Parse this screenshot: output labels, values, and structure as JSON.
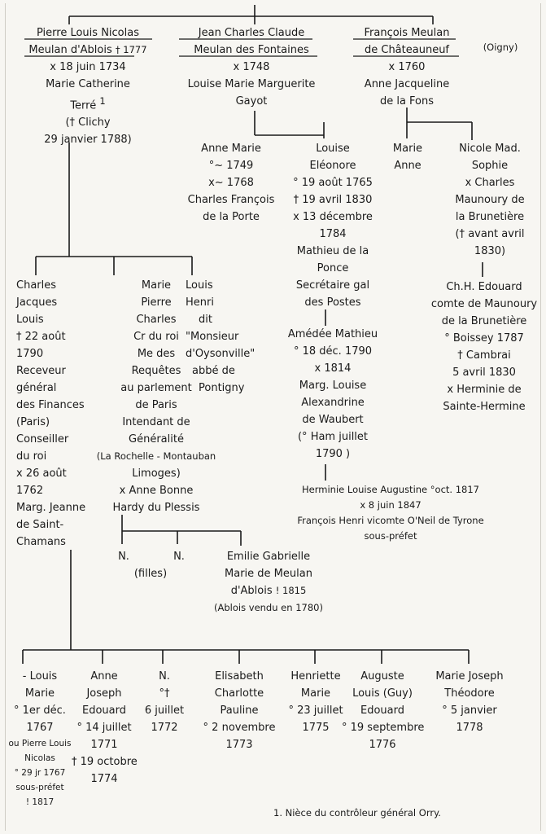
{
  "generation1": {
    "pierre": {
      "name1": "Pierre Louis Nicolas",
      "name2": "Meulan d'Ablois",
      "death": "† 1777",
      "marriage": "x 18 juin 1734",
      "spouse1": "Marie Catherine",
      "spouse2": "Terré",
      "note_mark": "1",
      "spouse3": "(† Clichy",
      "spouse4": "29 janvier 1788)"
    },
    "jean": {
      "name1": "Jean Charles Claude",
      "name2": "Meulan des Fontaines",
      "marriage": "x 1748",
      "spouse1": "Louise Marie Marguerite",
      "spouse2": "Gayot"
    },
    "francois": {
      "name1": "François Meulan",
      "name2": "de Châteauneuf",
      "place": "(Oigny)",
      "marriage": "x 1760",
      "spouse1": "Anne Jacqueline",
      "spouse2": "de la Fons"
    }
  },
  "jean_children": {
    "anne_marie": [
      "Anne Marie",
      "°~ 1749",
      "x~ 1768",
      "Charles François",
      "de la Porte"
    ],
    "louise": [
      "Louise",
      "Eléonore",
      "° 19 août 1765",
      "† 19 avril 1830",
      "x 13 décembre",
      "1784",
      "Mathieu de la",
      "Ponce",
      "Secrétaire gal",
      "des Postes"
    ],
    "amedee": [
      "Amédée Mathieu",
      "° 18 déc. 1790",
      "x 1814",
      "Marg. Louise",
      "Alexandrine",
      "de Waubert",
      "(° Ham juillet",
      "1790 )"
    ],
    "herminie": [
      "Herminie Louise Augustine °oct. 1817",
      "x 8 juin 1847",
      "François Henri vicomte O'Neil de Tyrone",
      "sous-préfet"
    ]
  },
  "francois_children": {
    "marie_anne": [
      "Marie",
      "Anne"
    ],
    "nicole": [
      "Nicole Mad.",
      "Sophie",
      "x Charles",
      "Maunoury de",
      "la Brunetière",
      "(† avant avril",
      "1830)"
    ],
    "edouard": [
      "Ch.H. Edouard",
      "comte de Maunoury",
      "de la Brunetière",
      "° Boissey 1787",
      "† Cambrai",
      "5 avril 1830",
      "x Herminie de",
      "Sainte-Hermine"
    ]
  },
  "pierre_children": {
    "charles": [
      "Charles",
      "Jacques",
      "Louis",
      "† 22 août",
      "1790",
      "Receveur",
      "général",
      "des Finances",
      "(Paris)",
      "Conseiller",
      "du roi",
      "x 26 août",
      "1762",
      "Marg. Jeanne",
      "de Saint-",
      "Chamans"
    ],
    "marie_pierre": [
      "Marie",
      "Pierre",
      "Charles",
      "Cr du roi",
      "Me des",
      "Requêtes",
      "au parlement",
      "de Paris",
      "Intendant de",
      "Généralité",
      "(La Rochelle - Montauban",
      "Limoges)",
      "x Anne Bonne",
      "Hardy du Plessis"
    ],
    "louis_henri": [
      "Louis",
      "Henri",
      "dit",
      "\"Monsieur",
      "d'Oysonville\"",
      "abbé de",
      "Pontigny"
    ]
  },
  "marie_pierre_children": {
    "n1": "N.",
    "n2": "N.",
    "filles": "(filles)",
    "emilie": [
      "Emilie Gabrielle",
      "Marie de Meulan",
      "d'Ablois",
      "! 1815",
      "(Ablois vendu en 1780)"
    ]
  },
  "charles_children": {
    "louis_marie": [
      "- Louis",
      "Marie",
      "° 1er déc.",
      "1767",
      "ou Pierre Louis",
      "Nicolas",
      "° 29 jr 1767",
      "sous-préfet",
      "! 1817"
    ],
    "anne_joseph": [
      "Anne",
      "Joseph",
      "Edouard",
      "° 14 juillet",
      "1771",
      "† 19 octobre",
      "1774"
    ],
    "n": [
      "N.",
      "°†",
      "6 juillet",
      "1772"
    ],
    "elisabeth": [
      "Elisabeth",
      "Charlotte",
      "Pauline",
      "° 2 novembre",
      "1773"
    ],
    "henriette": [
      "Henriette",
      "Marie",
      "° 23 juillet",
      "1775"
    ],
    "auguste": [
      "Auguste",
      "Louis (Guy)",
      "Edouard",
      "° 19 septembre",
      "1776"
    ],
    "marie_joseph": [
      "Marie Joseph",
      "Théodore",
      "° 5 janvier",
      "1778"
    ]
  },
  "footnote": "1. Nièce du contrôleur général Orry."
}
